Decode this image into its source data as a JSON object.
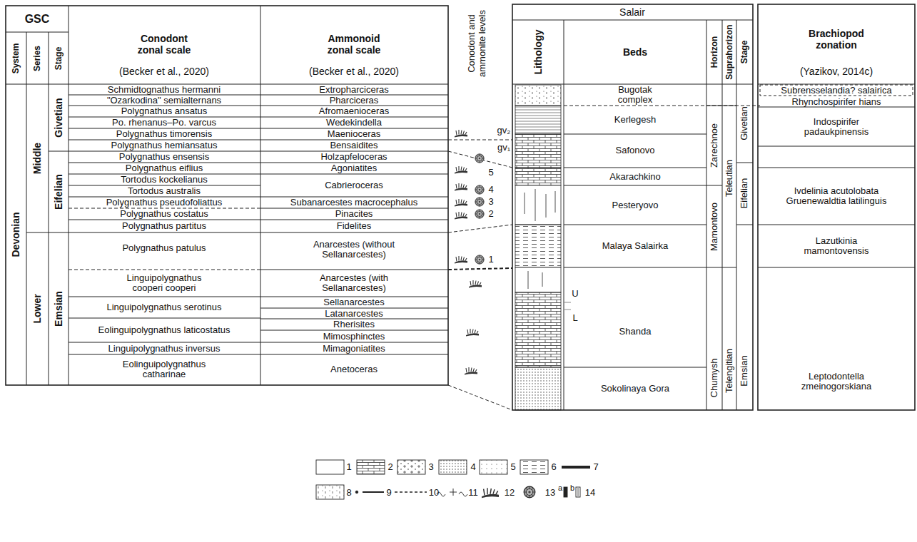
{
  "diagram": {
    "labels": [
      "GSC",
      "System",
      "Series",
      "Stage",
      "Conodont zonal scale",
      "(Becker et al., 2020)",
      "Ammonoid zonal scale",
      "(Becker et al., 2020)",
      "Conodont and ammonite levels",
      "Salair",
      "Lithology",
      "Beds",
      "Horizon",
      "Suprahorizon",
      "Stage",
      "Brachiopod zonation",
      "(Yazikov, 2014c)",
      "Devonian",
      "Middle",
      "Lower",
      "Givetian",
      "Eifelian",
      "Emsian",
      "Schmidtognathus hermanni",
      "\"Ozarkodina\" semialternans",
      "Polygnathus ansatus",
      "Po. rhenanus–Po. varcus",
      "Polygnathus timorensis",
      "Polygnathus hemiansatus",
      "Polygnathus ensensis",
      "Polygnathus eiflius",
      "Tortodus kockelianus",
      "Tortodus australis",
      "Polygnathus pseudofoliattus",
      "Polygnathus costatus",
      "Polygnathus partitus",
      "Polygnathus patulus",
      "Linguipolygnathus cooperi cooperi",
      "Linguipolygnathus serotinus",
      "Eolinguipolygnathus laticostatus",
      "Linguipolygnathus inversus",
      "Eolinguipolygnathus catharinae",
      "Extropharciceras",
      "Pharciceras",
      "Afromaenioceras",
      "Wedekindella",
      "Maenioceras",
      "Bensaidites",
      "Holzapfeloceras",
      "Agoniatites",
      "Cabrieroceras",
      "Subanarcestes macrocephalus",
      "Pinacites",
      "Fidelites",
      "Anarcestes (without Sellanarcestes)",
      "Anarcestes (with Sellanarcestes)",
      "Sellanarcestes",
      "Latanarcestes",
      "Rherisites",
      "Mimosphinctes",
      "Mimagoniatites",
      "Anetoceras",
      "Bugotak complex",
      "Kerlegesh",
      "Safonovo",
      "Akarachkino",
      "Pesteryovo",
      "Malaya Salairka",
      "Shanda",
      "U",
      "L",
      "Sokolinaya Gora",
      "Zarechnoe",
      "Mamontovo",
      "Chumysh",
      "Teleutian",
      "Telengitian",
      "Givetian",
      "Eifelian",
      "Emsian",
      "Subrensselandia? salairica",
      "Rhynchospirifer hians",
      "Indospirifer padaukpinensis",
      "Ivdelinia acutolobata Gruenewaldtia latilinguis",
      "Lazutkinia mamontovensis",
      "Leptodontella zmeinogorskiana",
      "5",
      "4",
      "3",
      "2",
      "1",
      "gv₂",
      "gv₁",
      "a",
      "b"
    ],
    "legend": [
      {
        "text": "1"
      },
      {
        "text": "2"
      },
      {
        "text": "3"
      },
      {
        "text": "4"
      },
      {
        "text": "5"
      },
      {
        "text": "6"
      },
      {
        "text": "7"
      },
      {
        "text": "8"
      },
      {
        "text": "9"
      },
      {
        "text": "10"
      },
      {
        "text": "11"
      },
      {
        "text": "12"
      },
      {
        "text": "13"
      },
      {
        "text": "14"
      }
    ]
  }
}
